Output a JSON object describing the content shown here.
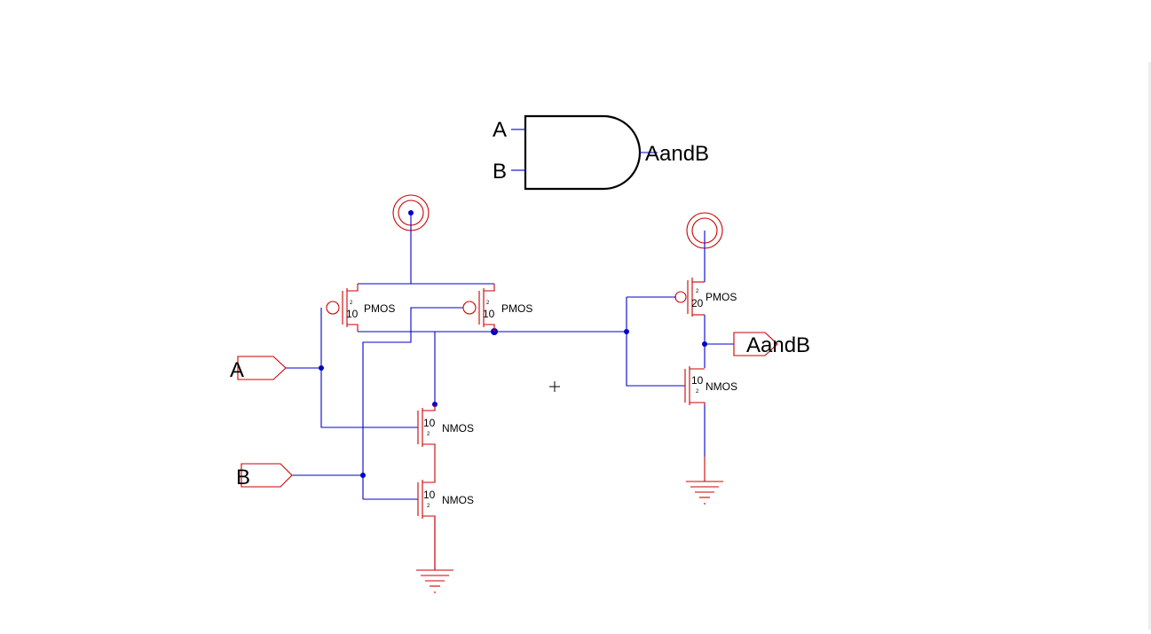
{
  "symbol": {
    "input_a": "A",
    "input_b": "B",
    "output": "AandB"
  },
  "schematic": {
    "pin_a": "A",
    "pin_b": "B",
    "pin_out": "AandB",
    "transistors": [
      {
        "id": "p1",
        "type": "PMOS",
        "w": "10",
        "l": "2"
      },
      {
        "id": "p2",
        "type": "PMOS",
        "w": "10",
        "l": "2"
      },
      {
        "id": "n1",
        "type": "NMOS",
        "w": "10",
        "l": "2"
      },
      {
        "id": "n2",
        "type": "NMOS",
        "w": "10",
        "l": "2"
      },
      {
        "id": "p3",
        "type": "PMOS",
        "w": "20",
        "l": "2"
      },
      {
        "id": "n3",
        "type": "NMOS",
        "w": "10",
        "l": "2"
      }
    ]
  },
  "colors": {
    "wire": "#0000cc",
    "device": "#cc0000",
    "symbol": "#000000",
    "background": "#ffffff"
  }
}
